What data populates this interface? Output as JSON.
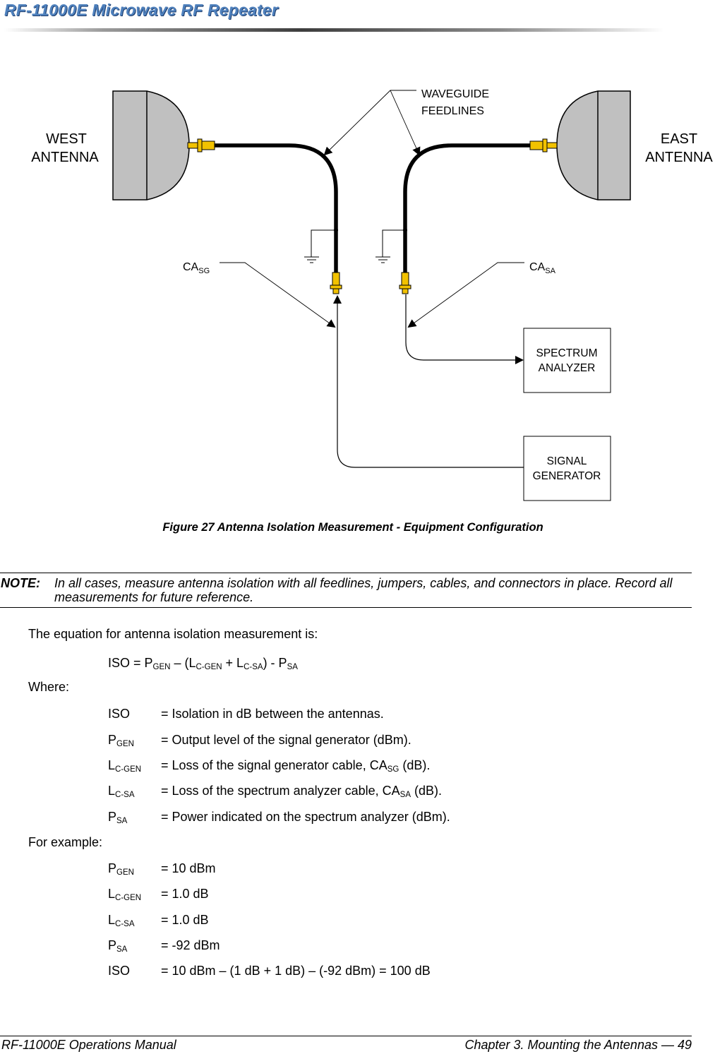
{
  "header": {
    "title": "RF-11000E Microwave RF Repeater"
  },
  "diagram": {
    "west_antenna": [
      "WEST",
      "ANTENNA"
    ],
    "east_antenna": [
      "EAST",
      "ANTENNA"
    ],
    "waveguide": [
      "WAVEGUIDE",
      "FEEDLINES"
    ],
    "ca_sg": {
      "base": "CA",
      "sub": "SG"
    },
    "ca_sa": {
      "base": "CA",
      "sub": "SA"
    },
    "spectrum_analyzer": [
      "SPECTRUM",
      "ANALYZER"
    ],
    "signal_generator": [
      "SIGNAL",
      "GENERATOR"
    ],
    "colors": {
      "antenna_fill": "#c0c0c0",
      "connector": "#f2c200",
      "cable": "#000000"
    }
  },
  "caption": "Figure 27  Antenna Isolation Measurement - Equipment Configuration",
  "note": {
    "label": "NOTE:",
    "text": "In all cases, measure antenna isolation with all feedlines, jumpers, cables, and connectors in place. Record all measurements for future reference."
  },
  "intro": "The equation for antenna isolation measurement is:",
  "equation": {
    "p1": "ISO = P",
    "s1": "GEN",
    "p2": " – (L",
    "s2": "C-GEN",
    "p3": " + L",
    "s3": "C-SA",
    "p4": ") - P",
    "s4": "SA"
  },
  "where_label": "Where:",
  "definitions": [
    {
      "sym": "ISO",
      "sub": "",
      "def": "= Isolation in dB between the antennas."
    },
    {
      "sym": "P",
      "sub": "GEN",
      "def": "= Output level of the signal generator (dBm)."
    },
    {
      "sym": "L",
      "sub": "C-GEN",
      "def_a": "= Loss of the signal generator cable, CA",
      "def_sub": "SG",
      "def_b": " (dB)."
    },
    {
      "sym": "L",
      "sub": "C-SA",
      "def_a": "= Loss of the spectrum analyzer cable, CA",
      "def_sub": "SA",
      "def_b": " (dB)."
    },
    {
      "sym": "P",
      "sub": "SA",
      "def": "= Power indicated on the spectrum analyzer (dBm)."
    }
  ],
  "example_label": "For example:",
  "example": [
    {
      "sym": "P",
      "sub": "GEN",
      "val": "= 10 dBm"
    },
    {
      "sym": "L",
      "sub": "C-GEN",
      "val": "= 1.0 dB"
    },
    {
      "sym": "L",
      "sub": "C-SA",
      "val": "= 1.0 dB"
    },
    {
      "sym": "P",
      "sub": "SA",
      "val": "= -92 dBm"
    },
    {
      "sym": "ISO",
      "sub": "",
      "val": "= 10 dBm – (1 dB + 1 dB) – (-92 dBm) = 100 dB"
    }
  ],
  "footer": {
    "left": "RF-11000E Operations Manual",
    "right": "Chapter 3. Mounting the Antennas — 49"
  }
}
